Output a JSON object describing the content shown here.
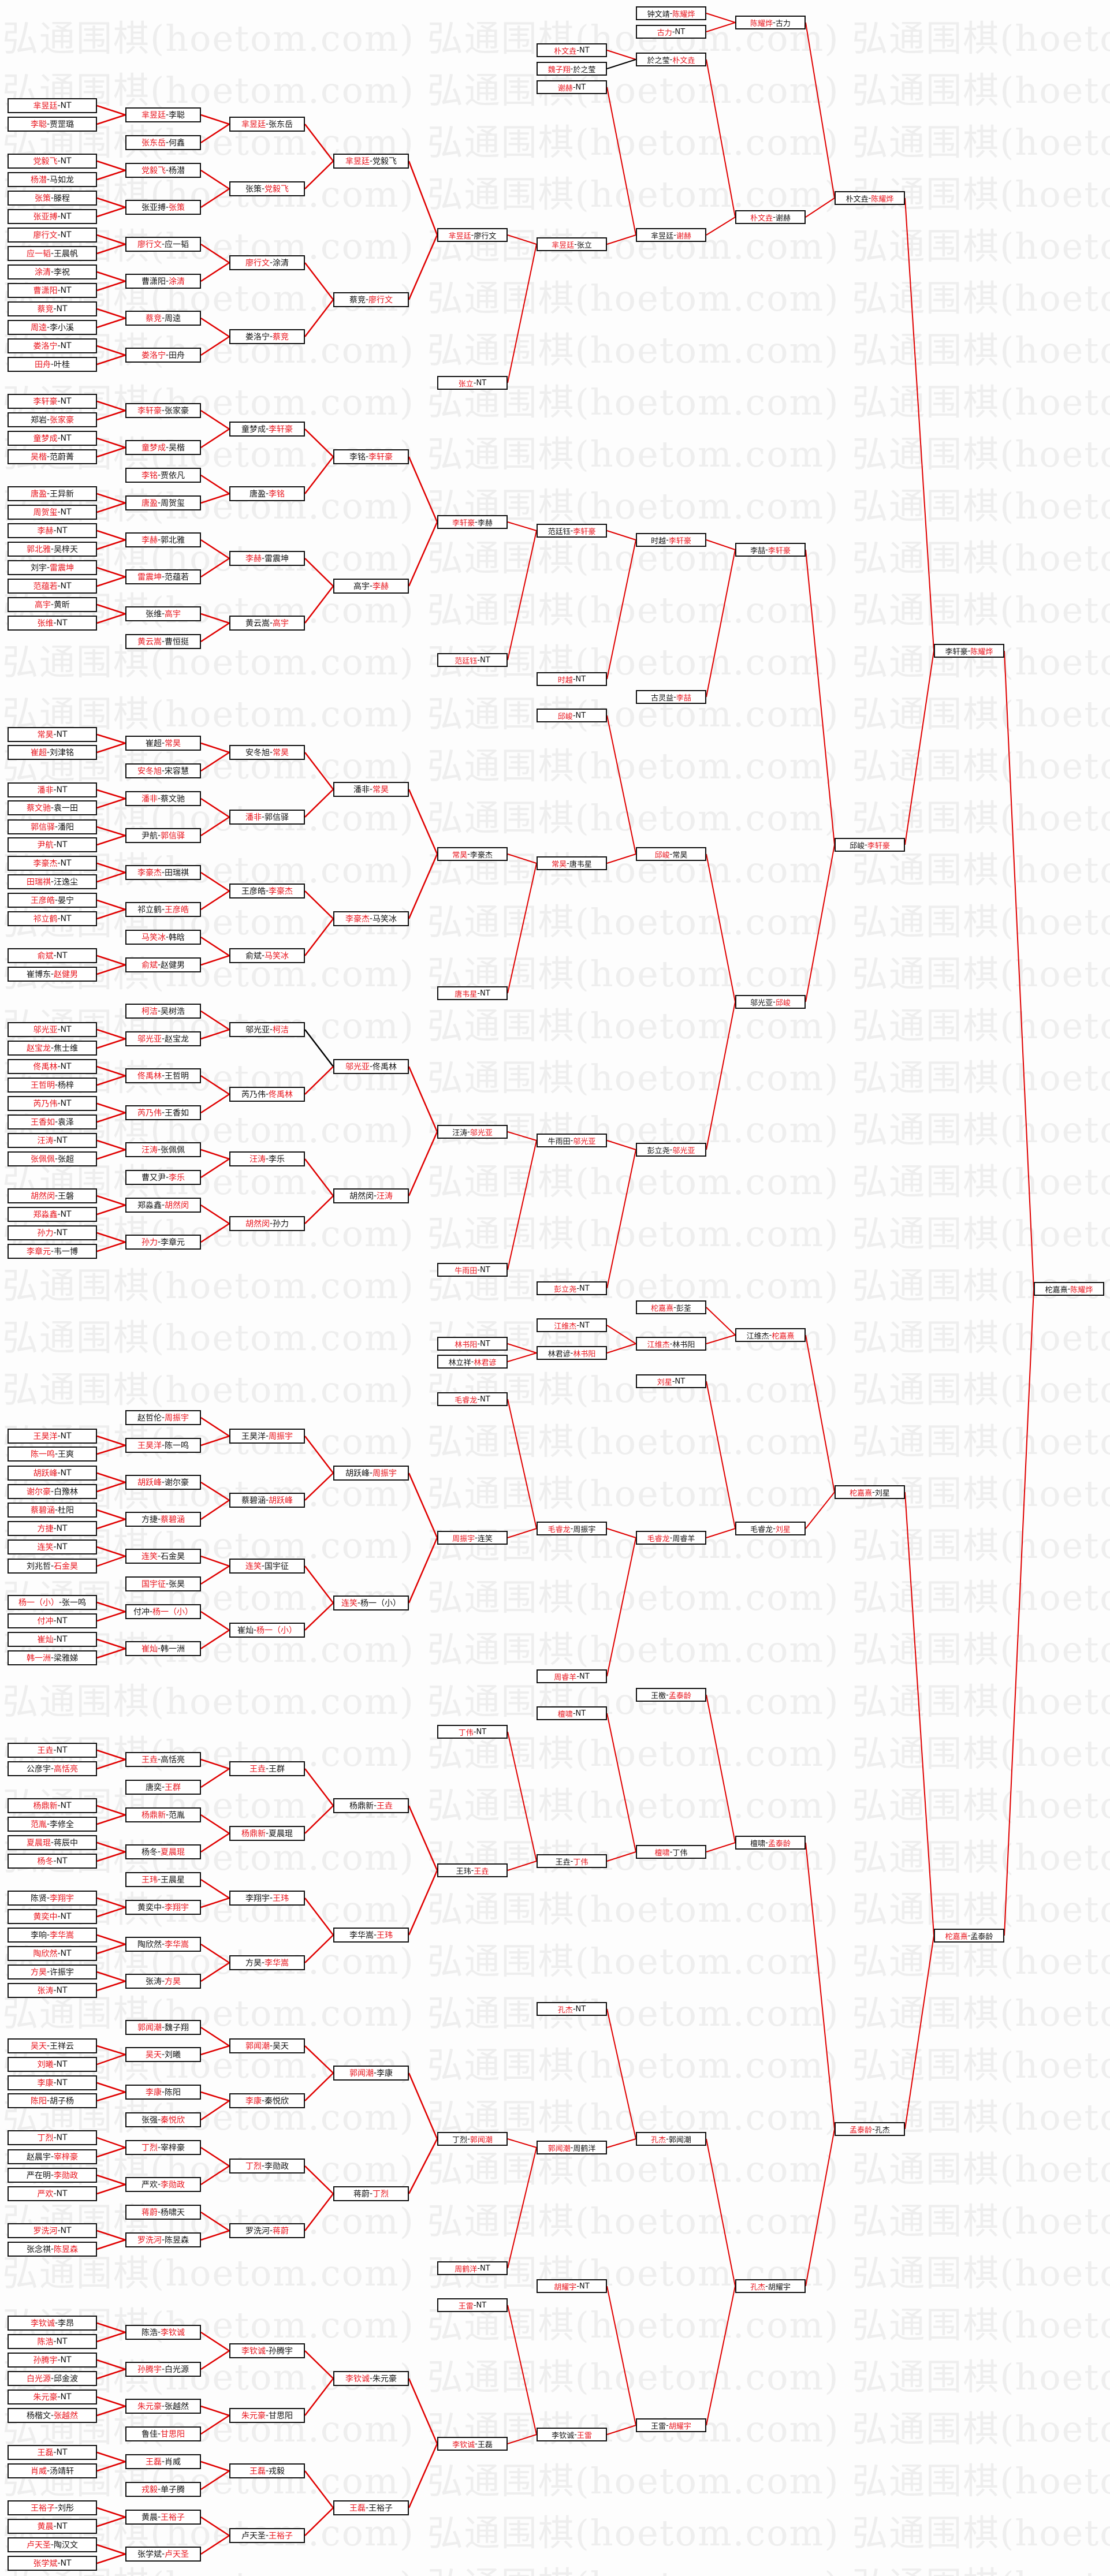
{
  "watermark": "弘通围棋(hoetom.com)",
  "separator": "-",
  "colors": {
    "winner": "#e8141c",
    "loser": "#111111",
    "line": "#e00000",
    "line_alt": "#000000"
  },
  "matches": [
    {
      "a": "芈昱廷",
      "b": "NT",
      "w": 0
    },
    {
      "a": "李聪",
      "b": "贾罡璐",
      "w": 0
    },
    {
      "a": "党毅飞",
      "b": "NT",
      "w": 0
    },
    {
      "a": "杨潜",
      "b": "马如龙",
      "w": 0
    },
    {
      "a": "张策",
      "b": "滕程",
      "w": 0
    },
    {
      "a": "张亚搏",
      "b": "NT",
      "w": 0
    },
    {
      "a": "廖行文",
      "b": "NT",
      "w": 0
    },
    {
      "a": "应一韬",
      "b": "王晨帆",
      "w": 0
    },
    {
      "a": "涂清",
      "b": "李祝",
      "w": 0
    },
    {
      "a": "曹潇阳",
      "b": "NT",
      "w": 0
    },
    {
      "a": "蔡竞",
      "b": "NT",
      "w": 0
    },
    {
      "a": "周逵",
      "b": "李小溪",
      "w": 0
    },
    {
      "a": "娄洛宁",
      "b": "NT",
      "w": 0
    },
    {
      "a": "田舟",
      "b": "叶桂",
      "w": 0
    },
    {
      "a": "芈昱廷",
      "b": "李聪",
      "w": 0
    },
    {
      "a": "张东岳",
      "b": "何鑫",
      "w": 0
    },
    {
      "a": "党毅飞",
      "b": "杨潜",
      "w": 0
    },
    {
      "a": "张亚搏",
      "b": "张策",
      "w": 1
    },
    {
      "a": "廖行文",
      "b": "应一韬",
      "w": 0
    },
    {
      "a": "曹潇阳",
      "b": "涂清",
      "w": 1
    },
    {
      "a": "蔡竞",
      "b": "周逵",
      "w": 0
    },
    {
      "a": "娄洛宁",
      "b": "田舟",
      "w": 0
    },
    {
      "a": "芈昱廷",
      "b": "张东岳",
      "w": 0
    },
    {
      "a": "张策",
      "b": "党毅飞",
      "w": 1
    },
    {
      "a": "廖行文",
      "b": "涂清",
      "w": 0
    },
    {
      "a": "娄洛宁",
      "b": "蔡竞",
      "w": 1
    },
    {
      "a": "芈昱廷",
      "b": "党毅飞",
      "w": 0
    },
    {
      "a": "蔡竞",
      "b": "廖行文",
      "w": 1
    },
    {
      "a": "芈昱廷",
      "b": "廖行文",
      "w": 0
    },
    {
      "a": "张立",
      "b": "NT",
      "w": 0
    },
    {
      "a": "芈昱廷",
      "b": "张立",
      "w": 0
    },
    {
      "a": "芈昱廷",
      "b": "谢赫",
      "w": 1
    },
    {
      "a": "谢赫",
      "b": "NT",
      "w": 0
    },
    {
      "a": "朴文垚",
      "b": "NT",
      "w": 0
    },
    {
      "a": "魏子翔",
      "b": "於之莹",
      "w": 0
    },
    {
      "a": "於之莹",
      "b": "朴文垚",
      "w": 1
    },
    {
      "a": "朴文垚",
      "b": "谢赫",
      "w": 0
    },
    {
      "a": "钟文靖",
      "b": "陈耀烨",
      "w": 1
    },
    {
      "a": "古力",
      "b": "NT",
      "w": 0
    },
    {
      "a": "陈耀烨",
      "b": "古力",
      "w": 0
    },
    {
      "a": "朴文垚",
      "b": "陈耀烨",
      "w": 1
    },
    {
      "a": "李轩豪",
      "b": "陈耀烨",
      "w": 1
    },
    {
      "a": "李轩豪",
      "b": "NT",
      "w": 0
    },
    {
      "a": "郑岩",
      "b": "张家豪",
      "w": 1
    },
    {
      "a": "童梦成",
      "b": "NT",
      "w": 0
    },
    {
      "a": "吴楷",
      "b": "范蔚菁",
      "w": 0
    },
    {
      "a": "唐盈",
      "b": "王异新",
      "w": 0
    },
    {
      "a": "周贺玺",
      "b": "NT",
      "w": 0
    },
    {
      "a": "李赫",
      "b": "NT",
      "w": 0
    },
    {
      "a": "郭北雅",
      "b": "吴梓天",
      "w": 0
    },
    {
      "a": "刘宇",
      "b": "雷震坤",
      "w": 1
    },
    {
      "a": "范蕴若",
      "b": "NT",
      "w": 0
    },
    {
      "a": "高宇",
      "b": "黄昕",
      "w": 0
    },
    {
      "a": "张维",
      "b": "NT",
      "w": 0
    },
    {
      "a": "李轩豪",
      "b": "张家豪",
      "w": 0
    },
    {
      "a": "童梦成",
      "b": "吴楷",
      "w": 0
    },
    {
      "a": "李铭",
      "b": "贾依凡",
      "w": 0
    },
    {
      "a": "唐盈",
      "b": "周贺玺",
      "w": 0
    },
    {
      "a": "李赫",
      "b": "郭北雅",
      "w": 0
    },
    {
      "a": "雷震坤",
      "b": "范蕴若",
      "w": 0
    },
    {
      "a": "张维",
      "b": "高宇",
      "w": 1
    },
    {
      "a": "黄云嵩",
      "b": "曹恒挺",
      "w": 0
    },
    {
      "a": "童梦成",
      "b": "李轩豪",
      "w": 1
    },
    {
      "a": "唐盈",
      "b": "李铭",
      "w": 1
    },
    {
      "a": "李赫",
      "b": "雷震坤",
      "w": 0
    },
    {
      "a": "黄云嵩",
      "b": "高宇",
      "w": 1
    },
    {
      "a": "李铭",
      "b": "李轩豪",
      "w": 1
    },
    {
      "a": "高宇",
      "b": "李赫",
      "w": 1
    },
    {
      "a": "李轩豪",
      "b": "李赫",
      "w": 0
    },
    {
      "a": "范廷钰",
      "b": "NT",
      "w": 0
    },
    {
      "a": "范廷钰",
      "b": "李轩豪",
      "w": 1
    },
    {
      "a": "时越",
      "b": "NT",
      "w": 0
    },
    {
      "a": "时越",
      "b": "李轩豪",
      "w": 1
    },
    {
      "a": "古灵益",
      "b": "李喆",
      "w": 1
    },
    {
      "a": "李喆",
      "b": "李轩豪",
      "w": 1
    },
    {
      "a": "邱峻",
      "b": "李轩豪",
      "w": 1
    },
    {
      "a": "常昊",
      "b": "NT",
      "w": 0
    },
    {
      "a": "崔超",
      "b": "刘津铭",
      "w": 0
    },
    {
      "a": "潘非",
      "b": "NT",
      "w": 0
    },
    {
      "a": "蔡文驰",
      "b": "袁一田",
      "w": 0
    },
    {
      "a": "郭信驿",
      "b": "潘阳",
      "w": 0
    },
    {
      "a": "尹航",
      "b": "NT",
      "w": 0
    },
    {
      "a": "李豪杰",
      "b": "NT",
      "w": 0
    },
    {
      "a": "田瑞祺",
      "b": "汪逸尘",
      "w": 0
    },
    {
      "a": "王彦皓",
      "b": "晏宁",
      "w": 0
    },
    {
      "a": "祁立鹤",
      "b": "NT",
      "w": 0
    },
    {
      "a": "俞斌",
      "b": "NT",
      "w": 0
    },
    {
      "a": "崔博东",
      "b": "赵健男",
      "w": 1
    },
    {
      "a": "崔超",
      "b": "常昊",
      "w": 1
    },
    {
      "a": "安冬旭",
      "b": "宋容慧",
      "w": 0
    },
    {
      "a": "潘非",
      "b": "蔡文驰",
      "w": 0
    },
    {
      "a": "尹航",
      "b": "郭信驿",
      "w": 1
    },
    {
      "a": "李豪杰",
      "b": "田瑞祺",
      "w": 0
    },
    {
      "a": "祁立鹤",
      "b": "王彦皓",
      "w": 1
    },
    {
      "a": "马笑冰",
      "b": "韩晗",
      "w": 0
    },
    {
      "a": "俞斌",
      "b": "赵健男",
      "w": 0
    },
    {
      "a": "安冬旭",
      "b": "常昊",
      "w": 1
    },
    {
      "a": "潘非",
      "b": "郭信驿",
      "w": 0
    },
    {
      "a": "王彦皓",
      "b": "李豪杰",
      "w": 1
    },
    {
      "a": "俞斌",
      "b": "马笑冰",
      "w": 1
    },
    {
      "a": "潘非",
      "b": "常昊",
      "w": 1
    },
    {
      "a": "李豪杰",
      "b": "马笑冰",
      "w": 0
    },
    {
      "a": "常昊",
      "b": "李豪杰",
      "w": 0
    },
    {
      "a": "唐韦星",
      "b": "NT",
      "w": 0
    },
    {
      "a": "常昊",
      "b": "唐韦星",
      "w": 0
    },
    {
      "a": "邱峻",
      "b": "NT",
      "w": 0
    },
    {
      "a": "邱峻",
      "b": "常昊",
      "w": 0
    },
    {
      "a": "邬光亚",
      "b": "邱峻",
      "w": 1
    },
    {
      "a": "邬光亚",
      "b": "NT",
      "w": 0
    },
    {
      "a": "赵宝龙",
      "b": "焦士维",
      "w": 0
    },
    {
      "a": "佟禹林",
      "b": "NT",
      "w": 0
    },
    {
      "a": "王哲明",
      "b": "杨梓",
      "w": 0
    },
    {
      "a": "芮乃伟",
      "b": "NT",
      "w": 0
    },
    {
      "a": "王香如",
      "b": "袁泽",
      "w": 0
    },
    {
      "a": "汪涛",
      "b": "NT",
      "w": 0
    },
    {
      "a": "张佩佩",
      "b": "张超",
      "w": 0
    },
    {
      "a": "胡然闵",
      "b": "王磐",
      "w": 0
    },
    {
      "a": "郑淼鑫",
      "b": "NT",
      "w": 0
    },
    {
      "a": "孙力",
      "b": "NT",
      "w": 0
    },
    {
      "a": "李章元",
      "b": "韦一博",
      "w": 0
    },
    {
      "a": "柯洁",
      "b": "吴树浩",
      "w": 0
    },
    {
      "a": "邬光亚",
      "b": "赵宝龙",
      "w": 0
    },
    {
      "a": "佟禹林",
      "b": "王哲明",
      "w": 0
    },
    {
      "a": "芮乃伟",
      "b": "王香如",
      "w": 0
    },
    {
      "a": "汪涛",
      "b": "张佩佩",
      "w": 0
    },
    {
      "a": "曹又尹",
      "b": "李乐",
      "w": 1
    },
    {
      "a": "郑淼鑫",
      "b": "胡然闵",
      "w": 1
    },
    {
      "a": "孙力",
      "b": "李章元",
      "w": 0
    },
    {
      "a": "邬光亚",
      "b": "柯洁",
      "w": 1
    },
    {
      "a": "芮乃伟",
      "b": "佟禹林",
      "w": 1
    },
    {
      "a": "汪涛",
      "b": "李乐",
      "w": 0
    },
    {
      "a": "胡然闵",
      "b": "孙力",
      "w": 0
    },
    {
      "a": "邬光亚",
      "b": "佟禹林",
      "w": 0
    },
    {
      "a": "胡然闵",
      "b": "汪涛",
      "w": 1
    },
    {
      "a": "汪涛",
      "b": "邬光亚",
      "w": 1
    },
    {
      "a": "牛雨田",
      "b": "NT",
      "w": 0
    },
    {
      "a": "牛雨田",
      "b": "邬光亚",
      "w": 1
    },
    {
      "a": "彭立尧",
      "b": "NT",
      "w": 0
    },
    {
      "a": "彭立尧",
      "b": "邬光亚",
      "w": 1
    },
    {
      "a": "柁嘉熹",
      "b": "陈耀烨",
      "w": 1
    },
    {
      "a": "王昊洋",
      "b": "NT",
      "w": 0
    },
    {
      "a": "陈一鸣",
      "b": "王爽",
      "w": 0
    },
    {
      "a": "胡跃峰",
      "b": "NT",
      "w": 0
    },
    {
      "a": "谢尔豪",
      "b": "白豫林",
      "w": 0
    },
    {
      "a": "蔡碧涵",
      "b": "杜阳",
      "w": 0
    },
    {
      "a": "方捷",
      "b": "NT",
      "w": 0
    },
    {
      "a": "连笑",
      "b": "NT",
      "w": 0
    },
    {
      "a": "刘兆哲",
      "b": "石金昊",
      "w": 1
    },
    {
      "a": "杨一（小）",
      "b": "张一鸣",
      "w": 0
    },
    {
      "a": "付冲",
      "b": "NT",
      "w": 0
    },
    {
      "a": "崔灿",
      "b": "NT",
      "w": 0
    },
    {
      "a": "韩一洲",
      "b": "梁雅娣",
      "w": 0
    },
    {
      "a": "赵哲伦",
      "b": "周振宇",
      "w": 1
    },
    {
      "a": "王昊洋",
      "b": "陈一鸣",
      "w": 0
    },
    {
      "a": "胡跃峰",
      "b": "谢尔豪",
      "w": 0
    },
    {
      "a": "方捷",
      "b": "蔡碧涵",
      "w": 1
    },
    {
      "a": "连笑",
      "b": "石金昊",
      "w": 0
    },
    {
      "a": "国宇征",
      "b": "张昊",
      "w": 0
    },
    {
      "a": "付冲",
      "b": "杨一（小）",
      "w": 1
    },
    {
      "a": "崔灿",
      "b": "韩一洲",
      "w": 0
    },
    {
      "a": "王昊洋",
      "b": "周振宇",
      "w": 1
    },
    {
      "a": "蔡碧涵",
      "b": "胡跃峰",
      "w": 1
    },
    {
      "a": "连笑",
      "b": "国宇征",
      "w": 0
    },
    {
      "a": "崔灿",
      "b": "杨一（小）",
      "w": 1
    },
    {
      "a": "胡跃峰",
      "b": "周振宇",
      "w": 1
    },
    {
      "a": "连笑",
      "b": "杨一（小）",
      "w": 0
    },
    {
      "a": "周振宇",
      "b": "连笑",
      "w": 0
    },
    {
      "a": "毛睿龙",
      "b": "NT",
      "w": 0
    },
    {
      "a": "毛睿龙",
      "b": "周振宇",
      "w": 0
    },
    {
      "a": "周睿羊",
      "b": "NT",
      "w": 0
    },
    {
      "a": "毛睿龙",
      "b": "周睿羊",
      "w": 0
    },
    {
      "a": "刘星",
      "b": "NT",
      "w": 0
    },
    {
      "a": "毛睿龙",
      "b": "刘星",
      "w": 1
    },
    {
      "a": "柁嘉熹",
      "b": "刘星",
      "w": 0
    },
    {
      "a": "江维杰",
      "b": "柁嘉熹",
      "w": 1
    },
    {
      "a": "柁嘉熹",
      "b": "彭荃",
      "w": 0
    },
    {
      "a": "江维杰",
      "b": "林书阳",
      "w": 0
    },
    {
      "a": "江维杰",
      "b": "NT",
      "w": 0
    },
    {
      "a": "林君谚",
      "b": "林书阳",
      "w": 1
    },
    {
      "a": "林书阳",
      "b": "NT",
      "w": 0
    },
    {
      "a": "林立祥",
      "b": "林君谚",
      "w": 1
    },
    {
      "a": "柁嘉熹",
      "b": "孟泰龄",
      "w": 0
    },
    {
      "a": "王垚",
      "b": "NT",
      "w": 0
    },
    {
      "a": "公彦宇",
      "b": "高恬亮",
      "w": 1
    },
    {
      "a": "杨鼎新",
      "b": "NT",
      "w": 0
    },
    {
      "a": "范胤",
      "b": "李修全",
      "w": 0
    },
    {
      "a": "夏晨琨",
      "b": "蒋辰中",
      "w": 0
    },
    {
      "a": "杨冬",
      "b": "NT",
      "w": 0
    },
    {
      "a": "陈贤",
      "b": "李翔宇",
      "w": 1
    },
    {
      "a": "黄奕中",
      "b": "NT",
      "w": 0
    },
    {
      "a": "李响",
      "b": "李华嵩",
      "w": 1
    },
    {
      "a": "陶欣然",
      "b": "NT",
      "w": 0
    },
    {
      "a": "方昊",
      "b": "许振宇",
      "w": 0
    },
    {
      "a": "张涛",
      "b": "NT",
      "w": 0
    },
    {
      "a": "王垚",
      "b": "高恬亮",
      "w": 0
    },
    {
      "a": "唐奕",
      "b": "王群",
      "w": 1
    },
    {
      "a": "杨鼎新",
      "b": "范胤",
      "w": 0
    },
    {
      "a": "杨冬",
      "b": "夏晨琨",
      "w": 1
    },
    {
      "a": "王玮",
      "b": "王晨星",
      "w": 0
    },
    {
      "a": "黄奕中",
      "b": "李翔宇",
      "w": 1
    },
    {
      "a": "陶欣然",
      "b": "李华嵩",
      "w": 1
    },
    {
      "a": "张涛",
      "b": "方昊",
      "w": 1
    },
    {
      "a": "王垚",
      "b": "王群",
      "w": 0
    },
    {
      "a": "杨鼎新",
      "b": "夏晨琨",
      "w": 0
    },
    {
      "a": "李翔宇",
      "b": "王玮",
      "w": 1
    },
    {
      "a": "方昊",
      "b": "李华嵩",
      "w": 1
    },
    {
      "a": "杨鼎新",
      "b": "王垚",
      "w": 1
    },
    {
      "a": "李华嵩",
      "b": "王玮",
      "w": 1
    },
    {
      "a": "王玮",
      "b": "王垚",
      "w": 1
    },
    {
      "a": "丁伟",
      "b": "NT",
      "w": 0
    },
    {
      "a": "王垚",
      "b": "丁伟",
      "w": 1
    },
    {
      "a": "檀啸",
      "b": "NT",
      "w": 0
    },
    {
      "a": "檀啸",
      "b": "丁伟",
      "w": 0
    },
    {
      "a": "王檄",
      "b": "孟泰龄",
      "w": 1
    },
    {
      "a": "檀啸",
      "b": "孟泰龄",
      "w": 1
    },
    {
      "a": "孟泰龄",
      "b": "孔杰",
      "w": 0
    },
    {
      "a": "吴天",
      "b": "王祥云",
      "w": 0
    },
    {
      "a": "刘曦",
      "b": "NT",
      "w": 0
    },
    {
      "a": "李康",
      "b": "NT",
      "w": 0
    },
    {
      "a": "陈阳",
      "b": "胡子杨",
      "w": 0
    },
    {
      "a": "丁烈",
      "b": "NT",
      "w": 0
    },
    {
      "a": "赵晨宇",
      "b": "宰梓豪",
      "w": 1
    },
    {
      "a": "严在明",
      "b": "李勋政",
      "w": 1
    },
    {
      "a": "严欢",
      "b": "NT",
      "w": 0
    },
    {
      "a": "罗洗河",
      "b": "NT",
      "w": 0
    },
    {
      "a": "张念祺",
      "b": "陈昱森",
      "w": 1
    },
    {
      "a": "郭闻潮",
      "b": "魏子翔",
      "w": 0
    },
    {
      "a": "吴天",
      "b": "刘曦",
      "w": 0
    },
    {
      "a": "李康",
      "b": "陈阳",
      "w": 0
    },
    {
      "a": "张强",
      "b": "秦悦欣",
      "w": 1
    },
    {
      "a": "丁烈",
      "b": "宰梓豪",
      "w": 0
    },
    {
      "a": "严欢",
      "b": "李勋政",
      "w": 1
    },
    {
      "a": "蒋蔚",
      "b": "杨啸天",
      "w": 0
    },
    {
      "a": "罗洗河",
      "b": "陈昱森",
      "w": 0
    },
    {
      "a": "郭闻潮",
      "b": "吴天",
      "w": 0
    },
    {
      "a": "李康",
      "b": "秦悦欣",
      "w": 0
    },
    {
      "a": "丁烈",
      "b": "李勋政",
      "w": 0
    },
    {
      "a": "罗洗河",
      "b": "蒋蔚",
      "w": 1
    },
    {
      "a": "郭闻潮",
      "b": "李康",
      "w": 0
    },
    {
      "a": "蒋蔚",
      "b": "丁烈",
      "w": 1
    },
    {
      "a": "丁烈",
      "b": "郭闻潮",
      "w": 1
    },
    {
      "a": "周鹤洋",
      "b": "NT",
      "w": 0
    },
    {
      "a": "郭闻潮",
      "b": "周鹤洋",
      "w": 0
    },
    {
      "a": "孔杰",
      "b": "NT",
      "w": 0
    },
    {
      "a": "孔杰",
      "b": "郭闻潮",
      "w": 0
    },
    {
      "a": "孔杰",
      "b": "胡耀宇",
      "w": 0
    },
    {
      "a": "李钦诚",
      "b": "李昂",
      "w": 0
    },
    {
      "a": "陈浩",
      "b": "NT",
      "w": 0
    },
    {
      "a": "孙腾宇",
      "b": "NT",
      "w": 0
    },
    {
      "a": "白光源",
      "b": "邱金波",
      "w": 0
    },
    {
      "a": "朱元豪",
      "b": "NT",
      "w": 0
    },
    {
      "a": "杨楷文",
      "b": "张越然",
      "w": 1
    },
    {
      "a": "王磊",
      "b": "NT",
      "w": 0
    },
    {
      "a": "肖威",
      "b": "汤靖轩",
      "w": 0
    },
    {
      "a": "王裕子",
      "b": "刘彤",
      "w": 0
    },
    {
      "a": "黄晨",
      "b": "NT",
      "w": 0
    },
    {
      "a": "卢天圣",
      "b": "陶汉文",
      "w": 0
    },
    {
      "a": "张学斌",
      "b": "NT",
      "w": 0
    },
    {
      "a": "陈浩",
      "b": "李钦诚",
      "w": 1
    },
    {
      "a": "孙腾宇",
      "b": "白光源",
      "w": 0
    },
    {
      "a": "朱元豪",
      "b": "张越然",
      "w": 0
    },
    {
      "a": "鲁佳",
      "b": "甘思阳",
      "w": 1
    },
    {
      "a": "王磊",
      "b": "肖威",
      "w": 0
    },
    {
      "a": "戎毅",
      "b": "单子腾",
      "w": 0
    },
    {
      "a": "黄晨",
      "b": "王裕子",
      "w": 1
    },
    {
      "a": "张学斌",
      "b": "卢天圣",
      "w": 1
    },
    {
      "a": "李钦诚",
      "b": "孙腾宇",
      "w": 0
    },
    {
      "a": "朱元豪",
      "b": "甘思阳",
      "w": 0
    },
    {
      "a": "王磊",
      "b": "戎毅",
      "w": 0
    },
    {
      "a": "卢天圣",
      "b": "王裕子",
      "w": 1
    },
    {
      "a": "李钦诚",
      "b": "朱元豪",
      "w": 0
    },
    {
      "a": "王磊",
      "b": "王裕子",
      "w": 0
    },
    {
      "a": "李钦诚",
      "b": "王磊",
      "w": 0
    },
    {
      "a": "王雷",
      "b": "NT",
      "w": 0
    },
    {
      "a": "李钦诚",
      "b": "王雷",
      "w": 1
    },
    {
      "a": "胡耀宇",
      "b": "NT",
      "w": 0
    },
    {
      "a": "王雷",
      "b": "胡耀宇",
      "w": 1
    }
  ]
}
